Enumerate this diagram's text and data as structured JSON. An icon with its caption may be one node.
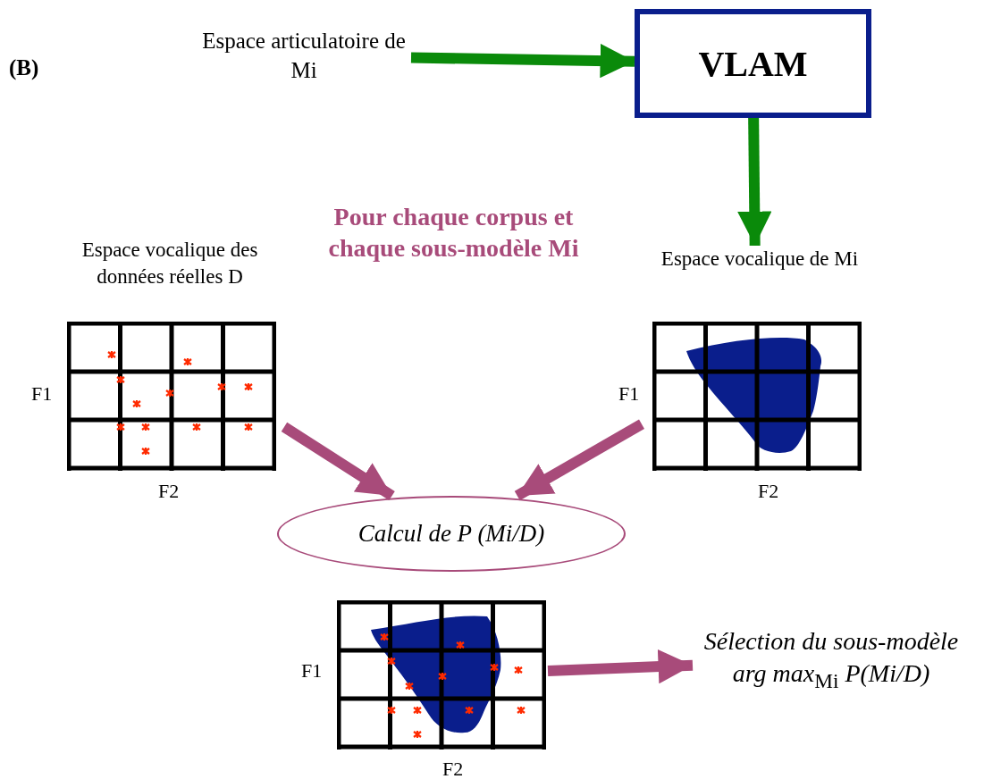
{
  "diagram": {
    "nodes": [
      {
        "text": [
          "Espace articulatoire de Mi"
        ]
      },
      {
        "text": [
          "VLAM"
        ]
      },
      {
        "text": [
          "Espace vocalique des données réelles D"
        ],
        "beside": [
          "F1",
          "F2"
        ]
      },
      {
        "text": [
          "Espace vocalique de Mi"
        ],
        "beside": [
          "F1",
          "F2"
        ]
      },
      {
        "text": [
          "Calcul de P (Mi/D)"
        ]
      },
      {
        "text": [],
        "shape": "box",
        "beside": [
          "F1",
          "F2"
        ]
      },
      {
        "text": [
          "Sélection du sous-modèle arg max$_{Mi}$ P(Mi/D)"
        ]
      }
    ],
    "edges": [
      {
        "from": 0,
        "to": 1,
        "arrow": "to",
        "color": "#0a8a0a"
      },
      {
        "from": 1,
        "to": 3,
        "arrow": "to",
        "color": "#0a8a0a"
      },
      {
        "from": 2,
        "to": 4,
        "arrow": "to"
      },
      {
        "from": 3,
        "to": 4,
        "arrow": "to"
      },
      {
        "from": 5,
        "to": 6,
        "arrow": "to"
      }
    ],
    "labels": [
      "(B)",
      "Pour chaque corpus et chaque sous-modèle Mi"
    ]
  }
}
